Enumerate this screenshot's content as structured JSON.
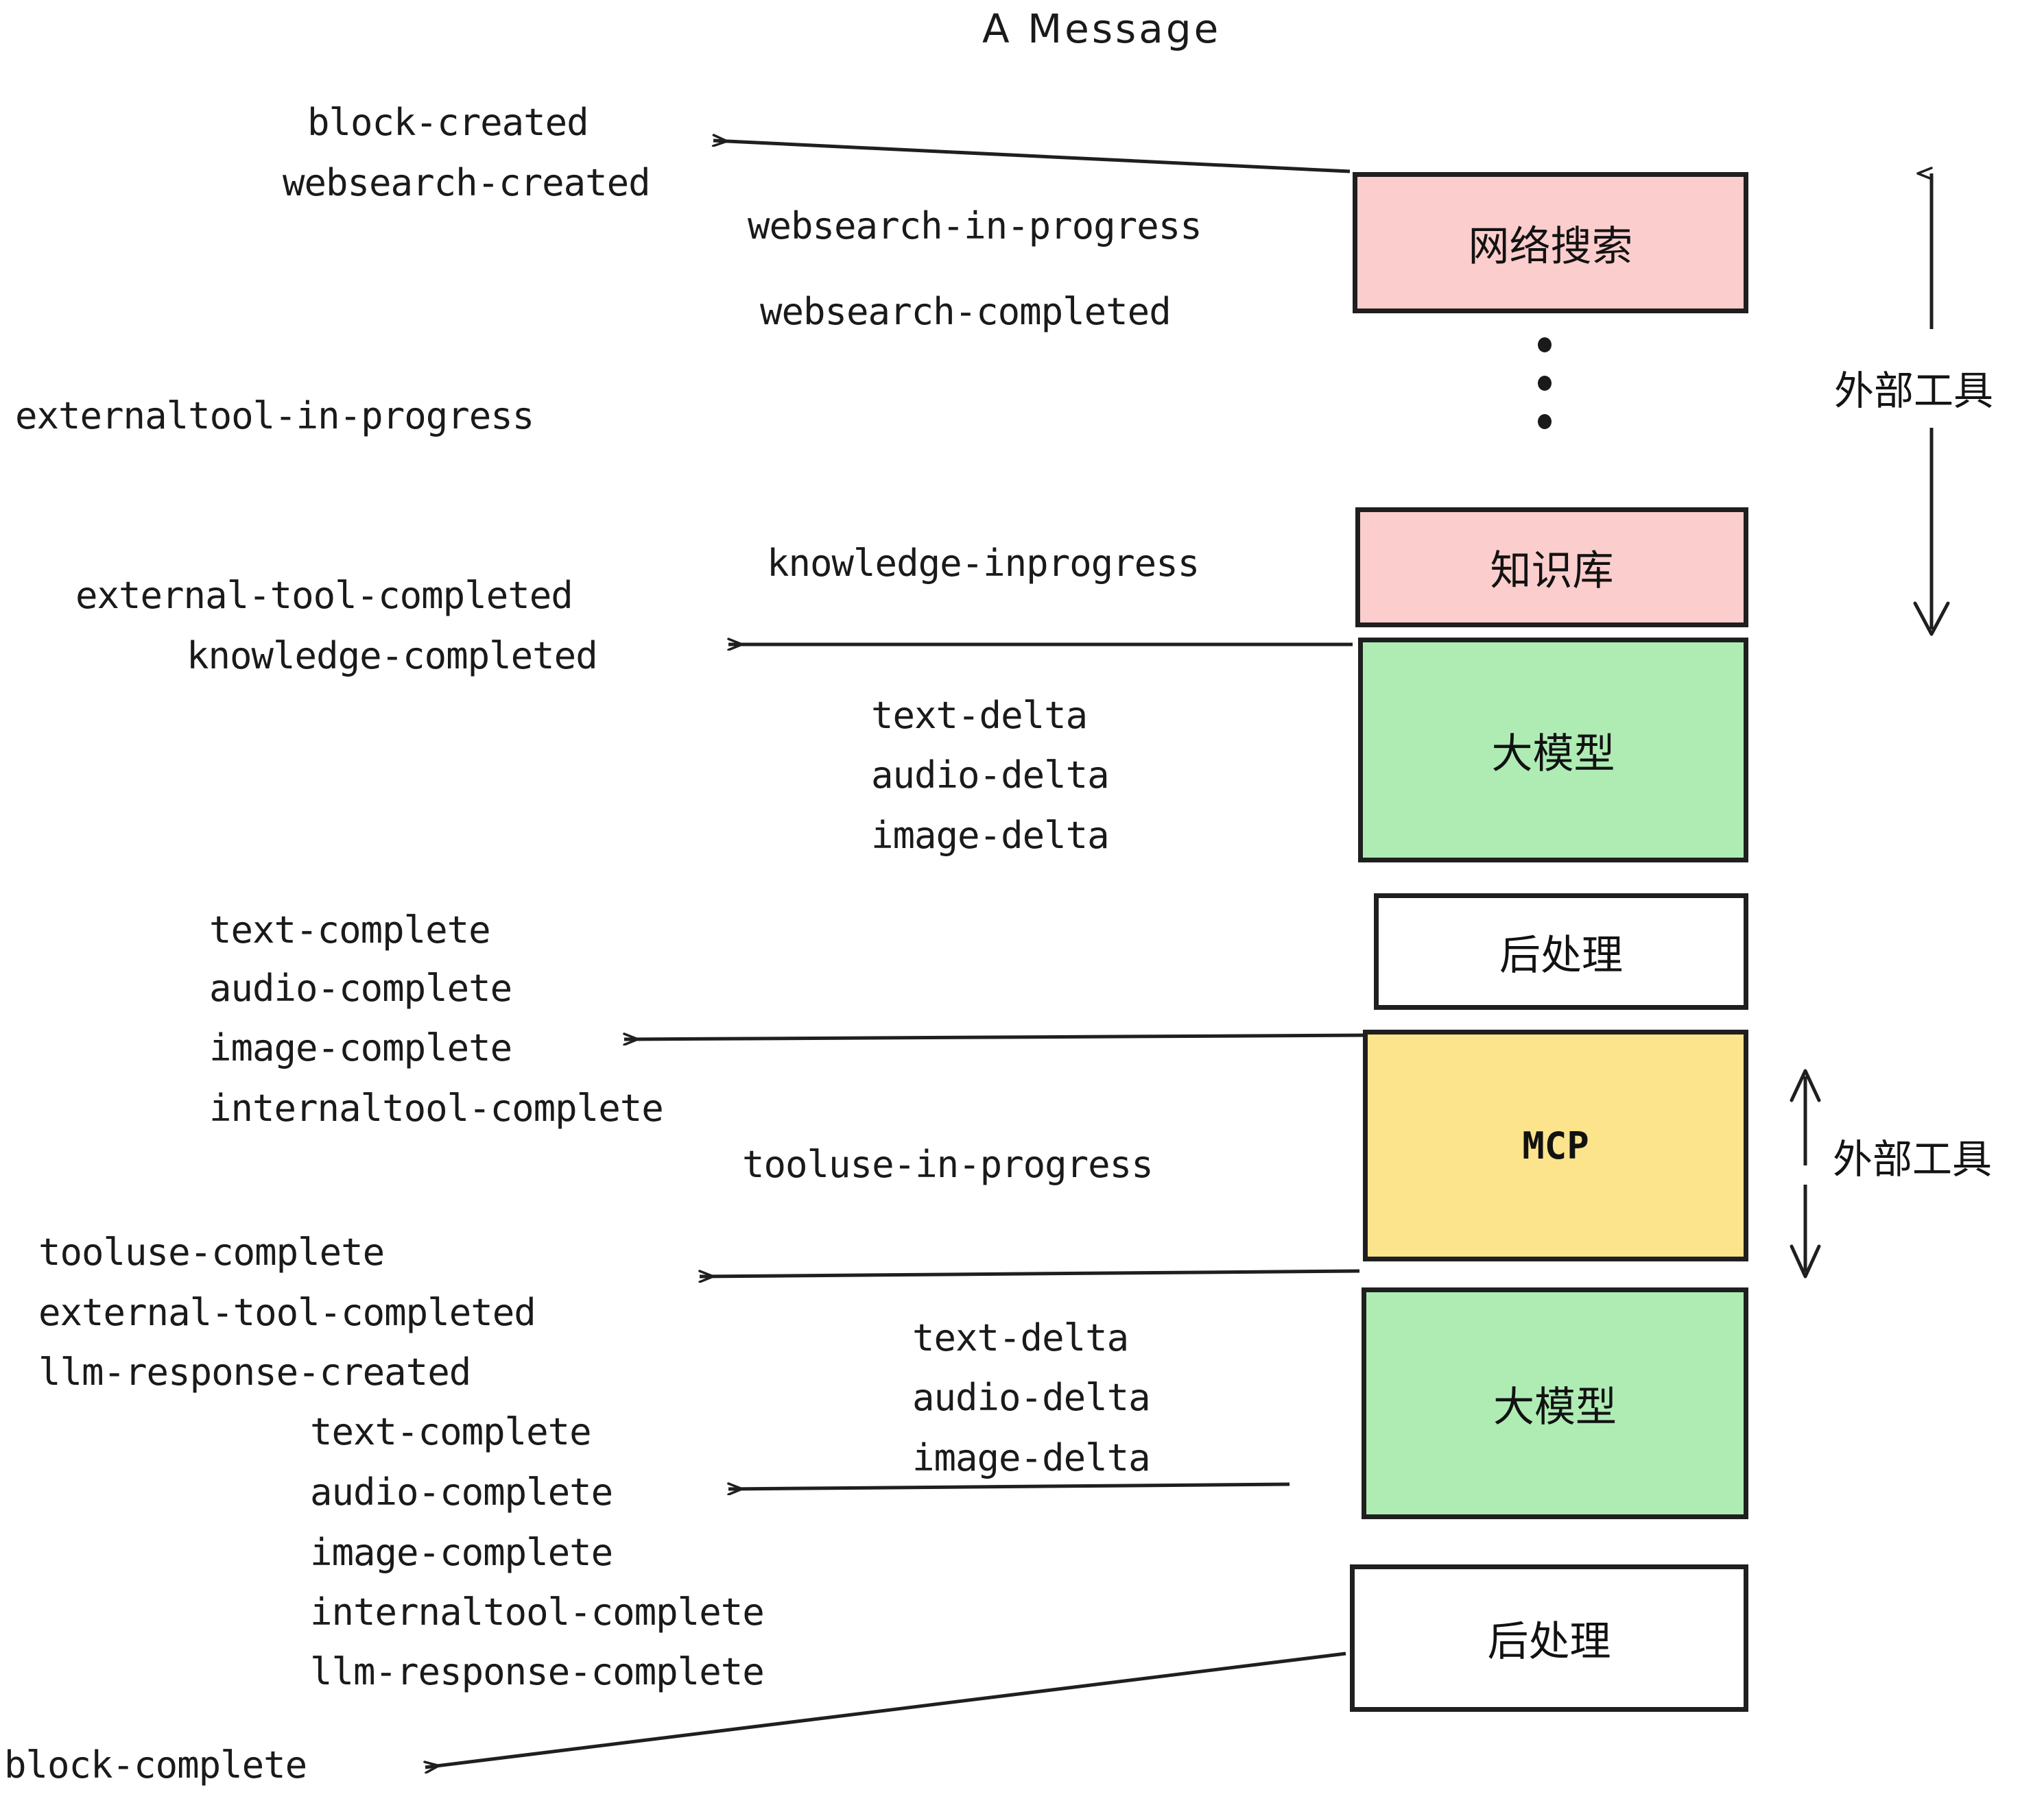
{
  "diagram": {
    "title": "A Message",
    "boxes": [
      {
        "id": "websearch",
        "label": "网络搜索",
        "color": "#fbcdcd",
        "kind": "text"
      },
      {
        "id": "knowledge",
        "label": "知识库",
        "color": "#fbcdcd",
        "kind": "text"
      },
      {
        "id": "llm-1",
        "label": "大模型",
        "color": "#aeecb4",
        "kind": "text"
      },
      {
        "id": "postprocess-1",
        "label": "后处理",
        "color": "#ffffff",
        "kind": "text"
      },
      {
        "id": "mcp",
        "label": "MCP",
        "color": "#fbe48b",
        "kind": "mono"
      },
      {
        "id": "llm-2",
        "label": "大模型",
        "color": "#aeecb4",
        "kind": "text"
      },
      {
        "id": "postprocess-2",
        "label": "后处理",
        "color": "#ffffff",
        "kind": "text"
      }
    ],
    "side_labels": [
      {
        "id": "external-tools-top",
        "text": "外部工具"
      },
      {
        "id": "external-tools-bottom",
        "text": "外部工具"
      }
    ],
    "events": [
      {
        "id": "block-created",
        "text": "block-created"
      },
      {
        "id": "websearch-created",
        "text": "websearch-created"
      },
      {
        "id": "websearch-in-progress",
        "text": "websearch-in-progress"
      },
      {
        "id": "websearch-completed",
        "text": "websearch-completed"
      },
      {
        "id": "externaltool-in-progress",
        "text": "externaltool-in-progress"
      },
      {
        "id": "knowledge-inprogress",
        "text": "knowledge-inprogress"
      },
      {
        "id": "external-tool-completed-1",
        "text": "external-tool-completed"
      },
      {
        "id": "knowledge-completed",
        "text": "knowledge-completed"
      },
      {
        "id": "text-delta-1",
        "text": "text-delta"
      },
      {
        "id": "audio-delta-1",
        "text": "audio-delta"
      },
      {
        "id": "image-delta-1",
        "text": "image-delta"
      },
      {
        "id": "text-complete-1",
        "text": "text-complete"
      },
      {
        "id": "audio-complete-1",
        "text": "audio-complete"
      },
      {
        "id": "image-complete-1",
        "text": "image-complete"
      },
      {
        "id": "internaltool-complete-1",
        "text": "internaltool-complete"
      },
      {
        "id": "tooluse-in-progress",
        "text": "tooluse-in-progress"
      },
      {
        "id": "tooluse-complete",
        "text": "tooluse-complete"
      },
      {
        "id": "external-tool-completed-2",
        "text": "external-tool-completed"
      },
      {
        "id": "llm-response-created",
        "text": "llm-response-created"
      },
      {
        "id": "text-delta-2",
        "text": "text-delta"
      },
      {
        "id": "audio-delta-2",
        "text": "audio-delta"
      },
      {
        "id": "image-delta-2",
        "text": "image-delta"
      },
      {
        "id": "text-complete-2",
        "text": "text-complete"
      },
      {
        "id": "audio-complete-2",
        "text": "audio-complete"
      },
      {
        "id": "image-complete-2",
        "text": "image-complete"
      },
      {
        "id": "internaltool-complete-2",
        "text": "internaltool-complete"
      },
      {
        "id": "llm-response-complete",
        "text": "llm-response-complete"
      },
      {
        "id": "block-complete",
        "text": "block-complete"
      }
    ],
    "colors": {
      "pink": "#fbcdcd",
      "green": "#aeecb4",
      "yellow": "#fbe48b",
      "white": "#ffffff",
      "stroke": "#1f1f1f",
      "background": "#ffffff"
    }
  }
}
